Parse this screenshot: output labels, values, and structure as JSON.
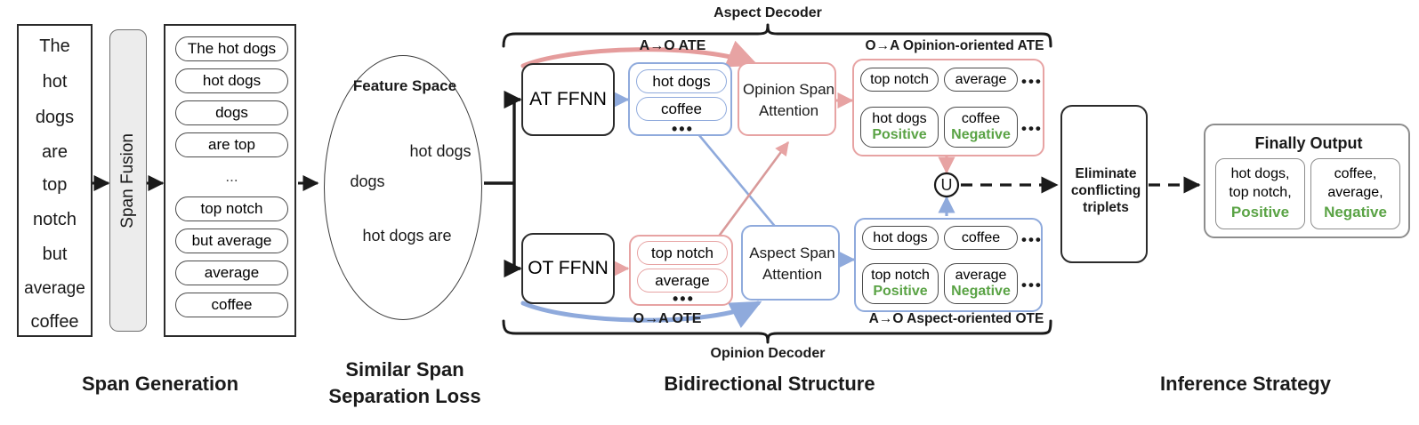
{
  "sections": [
    {
      "id": "span-generation",
      "label": "Span Generation"
    },
    {
      "id": "similar-span-separation-loss",
      "label": "Similar Span\nSeparation Loss",
      "line1": "Similar Span",
      "line2": "Separation Loss"
    },
    {
      "id": "bidirectional-structure",
      "label": "Bidirectional Structure"
    },
    {
      "id": "inference-strategy",
      "label": "Inference Strategy"
    }
  ],
  "span_generation": {
    "sentence_tokens": [
      "The",
      "hot",
      "dogs",
      "are",
      "top",
      "notch",
      "but",
      "average",
      "coffee"
    ],
    "span_fusion_label": "Span Fusion",
    "spans": [
      "The hot dogs",
      "hot dogs",
      "dogs",
      "are top",
      "...",
      "top notch",
      "but average",
      "average",
      "coffee"
    ],
    "ellipsis": "..."
  },
  "feature_space": {
    "title": "Feature Space",
    "points": [
      {
        "label": "hot dogs"
      },
      {
        "label": "dogs"
      },
      {
        "label": "hot dogs are"
      }
    ]
  },
  "bidirectional": {
    "aspect_decoder_label": "Aspect Decoder",
    "opinion_decoder_label": "Opinion Decoder",
    "edge_labels": {
      "a_to_o_ate": "A→O ATE",
      "o_to_a_opinion_oriented_ate": "O→A Opinion-oriented ATE",
      "o_to_a_ote": "O→A OTE",
      "a_to_o_aspect_oriented_ote": "A→O  Aspect-oriented OTE"
    },
    "at_ffnn": "AT FFNN",
    "ot_ffnn": "OT FFNN",
    "opinion_span_attention": "Opinion Span\nAttention",
    "opinion_span_attention_l1": "Opinion Span",
    "opinion_span_attention_l2": "Attention",
    "aspect_span_attention_l1": "Aspect Span",
    "aspect_span_attention_l2": "Attention",
    "at_candidates": [
      "hot dogs",
      "coffee"
    ],
    "ot_candidates": [
      "top notch",
      "average"
    ],
    "dots": "•••",
    "ellipsis_h": "•••",
    "union_symbol": "U",
    "ate_pairs": [
      {
        "top": "top notch",
        "bottom": "hot dogs",
        "sentiment": "Positive"
      },
      {
        "top": "average",
        "bottom": "coffee",
        "sentiment": "Negative"
      }
    ],
    "ote_pairs": [
      {
        "top": "hot dogs",
        "bottom": "top notch",
        "sentiment": "Positive"
      },
      {
        "top": "coffee",
        "bottom": "average",
        "sentiment": "Negative"
      }
    ]
  },
  "inference": {
    "eliminate_l1": "Eliminate",
    "eliminate_l2": "conflicting",
    "eliminate_l3": "triplets",
    "finally_output_title": "Finally Output",
    "outputs": [
      {
        "l1": "hot dogs,",
        "l2": "top notch,",
        "sentiment": "Positive"
      },
      {
        "l1": "coffee,",
        "l2": "average,",
        "sentiment": "Negative"
      }
    ]
  },
  "colors": {
    "blue": "#8faadc",
    "red": "#e7a3a3",
    "green": "#5aa345",
    "black": "#2b2b2b",
    "grey": "#8d8d8d",
    "fusion_fill": "#ececec"
  }
}
